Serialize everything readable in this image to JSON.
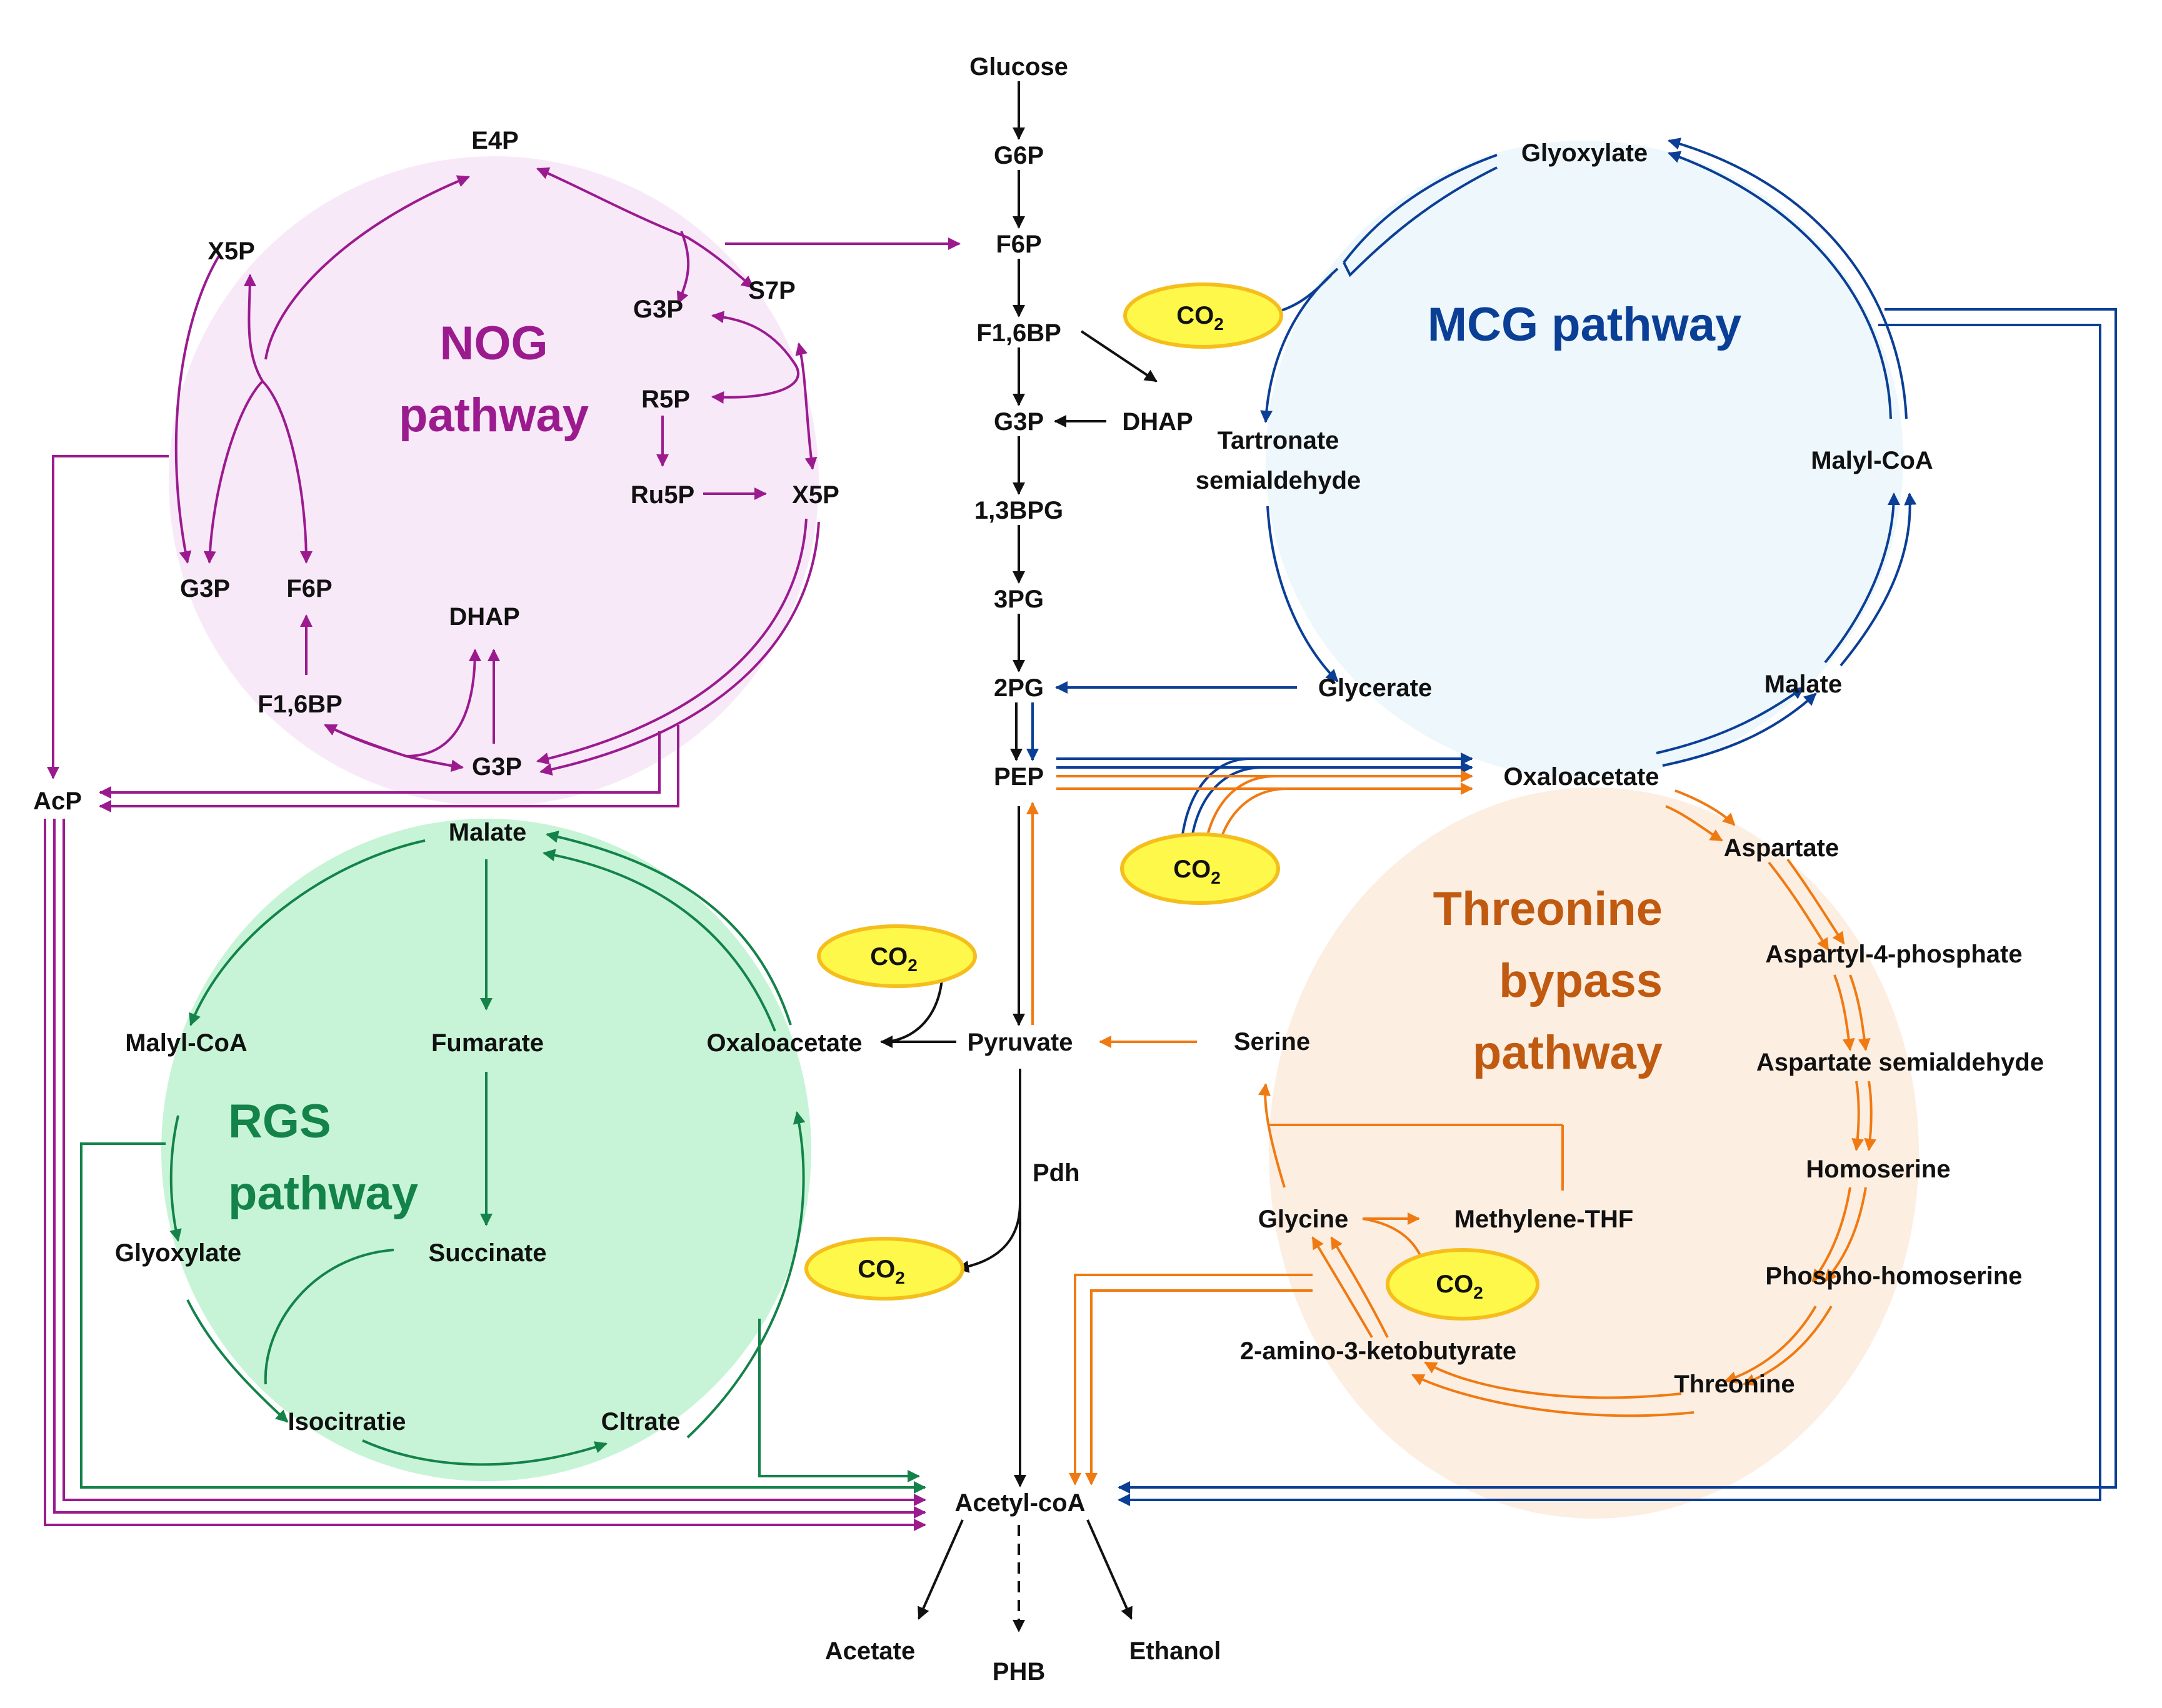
{
  "colors": {
    "nog": "#9b1b8f",
    "nog_fill": "#f8e9f9",
    "mcg": "#0b3f96",
    "mcg_fill": "#edf7fc",
    "threonine": "#f07a12",
    "threonine_title": "#c05a10",
    "threonine_fill": "#fdeee2",
    "rgs": "#13834a",
    "rgs_fill": "#c7f4d6",
    "co2_fill": "#fef84b",
    "co2_stroke": "#f5be1c",
    "main": "#111111"
  },
  "glycolysis": {
    "glucose": "Glucose",
    "g6p": "G6P",
    "f6p": "F6P",
    "f16bp": "F1,6BP",
    "g3p": "G3P",
    "dhap": "DHAP",
    "bpg13": "1,3BPG",
    "pg3": "3PG",
    "pg2": "2PG",
    "pep": "PEP",
    "pyruvate": "Pyruvate",
    "pdh": "Pdh",
    "acetyl_coa": "Acetyl-coA",
    "acetate": "Acetate",
    "phb": "PHB",
    "ethanol": "Ethanol",
    "oxaloacetate_left": "Oxaloacetate"
  },
  "co2": {
    "main": "CO",
    "sub": "2"
  },
  "nog": {
    "title_line1": "NOG",
    "title_line2": "pathway",
    "e4p": "E4P",
    "x5p_left": "X5P",
    "g3p_top": "G3P",
    "s7p": "S7P",
    "r5p": "R5P",
    "ru5p": "Ru5P",
    "x5p_right": "X5P",
    "g3p_left": "G3P",
    "f6p": "F6P",
    "dhap": "DHAP",
    "f16bp": "F1,6BP",
    "g3p_bottom": "G3P",
    "acp": "AcP"
  },
  "mcg": {
    "title": "MCG pathway",
    "glyoxylate": "Glyoxylate",
    "tartronate_line1": "Tartronate",
    "tartronate_line2": "semialdehyde",
    "glycerate": "Glycerate",
    "malyl_coa": "Malyl-CoA",
    "malate": "Malate",
    "oxaloacetate": "Oxaloacetate"
  },
  "threonine": {
    "title_line1": "Threonine",
    "title_line2": "bypass",
    "title_line3": "pathway",
    "aspartate": "Aspartate",
    "aspartyl_4_phosphate": "Aspartyl-4-phosphate",
    "aspartate_semialdehyde": "Aspartate semialdehyde",
    "homoserine": "Homoserine",
    "phospho_homoserine": "Phospho-homoserine",
    "threonine": "Threonine",
    "amino_ketobutyrate": "2-amino-3-ketobutyrate",
    "glycine": "Glycine",
    "methylene_thf": "Methylene-THF",
    "serine": "Serine"
  },
  "rgs": {
    "title_line1": "RGS",
    "title_line2": "pathway",
    "malate": "Malate",
    "malyl_coa": "Malyl-CoA",
    "fumarate": "Fumarate",
    "oxaloacetate": "Oxaloacetate",
    "glyoxylate": "Glyoxylate",
    "succinate": "Succinate",
    "isocitrate": "Isocitratie",
    "citrate": "Cltrate"
  }
}
